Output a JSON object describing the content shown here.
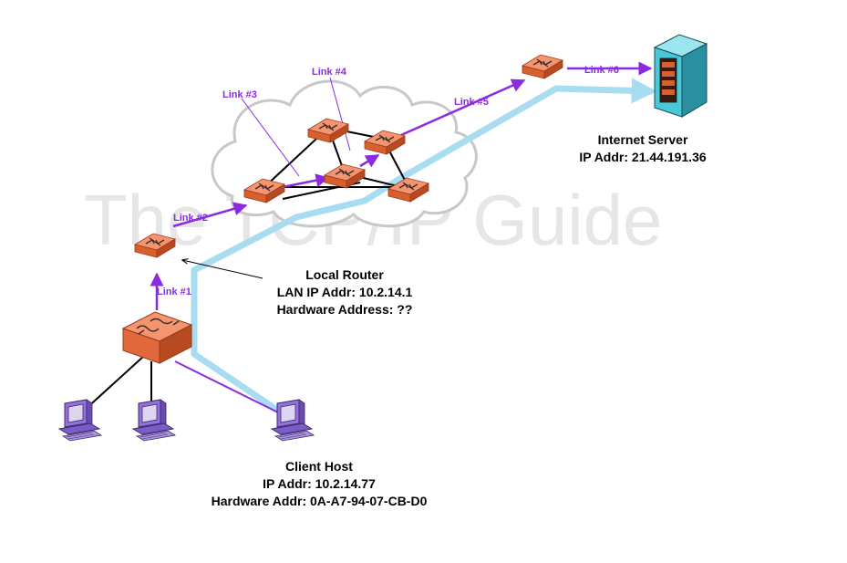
{
  "watermark": "The TCP/IP Guide",
  "links": {
    "link1": "Link #1",
    "link2": "Link #2",
    "link3": "Link #3",
    "link4": "Link #4",
    "link5": "Link #5",
    "link6": "Link #6"
  },
  "internet_server": {
    "title": "Internet Server",
    "ip": "IP Addr: 21.44.191.36"
  },
  "local_router": {
    "title": "Local Router",
    "lan_ip": "LAN IP Addr: 10.2.14.1",
    "hw": "Hardware Address: ??"
  },
  "client_host": {
    "title": "Client Host",
    "ip": "IP Addr: 10.2.14.77",
    "hw": "Hardware Addr: 0A-A7-94-07-CB-D0"
  },
  "colors": {
    "router": "#f07850",
    "router_dark": "#c04a25",
    "link": "#8a2be2",
    "path": "#a8dcf0",
    "cloud": "#c8c8c8",
    "computer": "#9370db",
    "server": "#48c8d8"
  }
}
